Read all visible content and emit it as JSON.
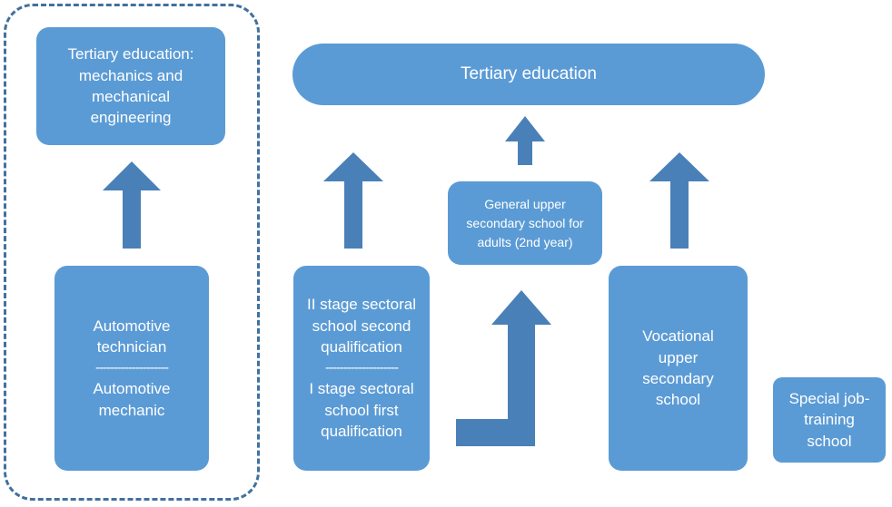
{
  "diagram": {
    "boxes": {
      "tertiary_mech": [
        "Tertiary education:",
        "mechanics and",
        "mechanical",
        "engineering"
      ],
      "tertiary": [
        "Tertiary education"
      ],
      "general_upper": [
        "General upper",
        "secondary school for",
        "adults (2nd year)"
      ],
      "automotive": {
        "top": [
          "Automotive",
          "technician"
        ],
        "separator": "--------------------",
        "bottom": [
          "Automotive",
          "mechanic"
        ]
      },
      "sectoral": {
        "top": [
          "II stage sectoral",
          "school second",
          "qualification"
        ],
        "separator": "--------------------",
        "bottom": [
          "I stage sectoral",
          "school first",
          "qualification"
        ]
      },
      "vocational": [
        "Vocational",
        "upper",
        "secondary",
        "school"
      ],
      "special": [
        "Special job-",
        "training",
        "school"
      ]
    },
    "colors": {
      "box_fill": "#5b9bd5",
      "arrow_fill": "#4a80b8",
      "dashed_border": "#41719c",
      "text": "#ffffff"
    }
  }
}
